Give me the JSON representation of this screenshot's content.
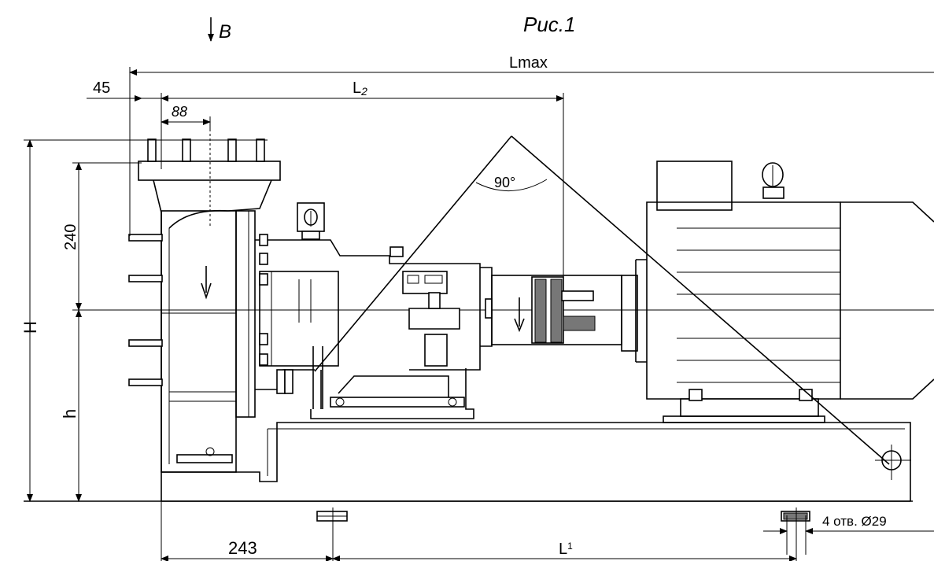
{
  "title": "Рис.1",
  "view_label": "B",
  "dimensions": {
    "lmax": "Lmax",
    "l2": "L",
    "l2_sub": "2",
    "left_offset": "45",
    "flange_pitch": "88",
    "height_total": "H",
    "height_axis": "h",
    "height_240": "240",
    "angle": "90°",
    "base_243": "243",
    "l1": "L",
    "l1_sub": "1",
    "holes": "4 отв. Ø29"
  }
}
